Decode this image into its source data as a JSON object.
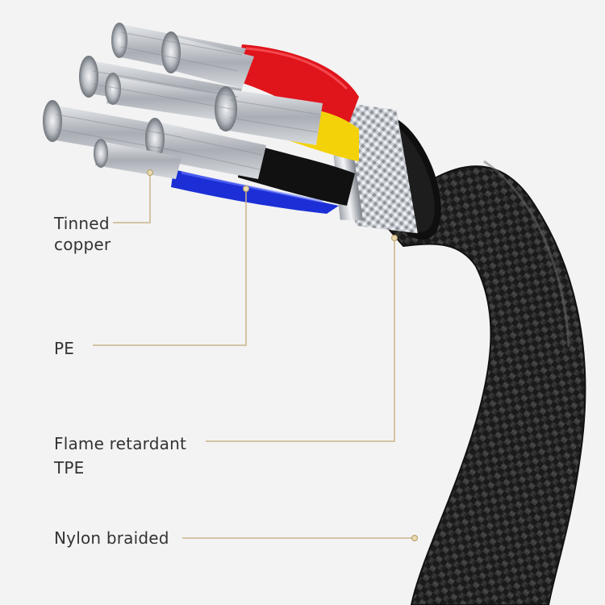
{
  "labels": {
    "tinned_copper": "Tinned copper",
    "pe": "PE",
    "flame_retardant_tpe": "Flame retardant TPE",
    "nylon_braided": "Nylon braided"
  },
  "colors": {
    "background": "#f3f3f3",
    "leader_line": "#c9b48a",
    "braid": "#1e1e1e",
    "wire_red": "#e0141b",
    "wire_yellow": "#f4d20a",
    "wire_blue": "#1c2fd6",
    "wire_black": "#111111",
    "copper_strands": "#c9ccd1",
    "ferrule_metal": "#d4d7dc"
  }
}
